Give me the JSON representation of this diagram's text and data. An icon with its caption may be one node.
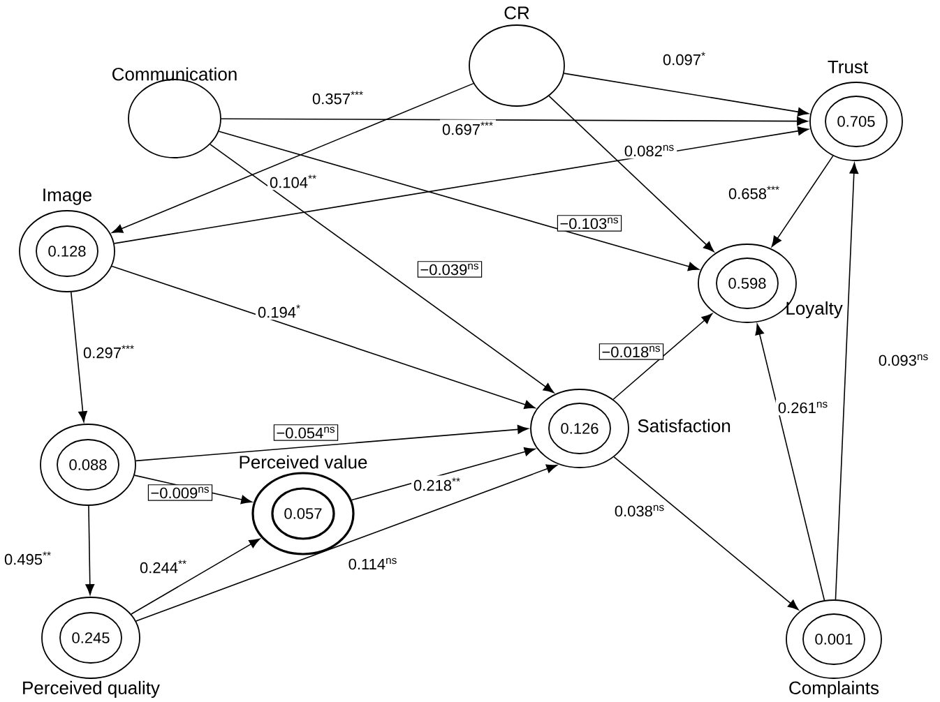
{
  "diagram": {
    "nodes": [
      {
        "text": [
          "Communication"
        ]
      },
      {
        "text": [
          "CR"
        ]
      },
      {
        "text": [
          "Trust"
        ]
      },
      {
        "text": [
          "0.705"
        ],
        "in": 2
      },
      {
        "text": [
          "Image"
        ]
      },
      {
        "text": [
          "0.128"
        ],
        "in": 4
      },
      {
        "text": [
          "Loyalty"
        ]
      },
      {
        "text": [
          "0.598"
        ],
        "in": 6
      },
      {
        "text": [],
        "shape": "circle"
      },
      {
        "text": [
          "0.088"
        ],
        "in": 8
      },
      {
        "text": [
          "Satisfaction"
        ]
      },
      {
        "text": [
          "0.126"
        ],
        "in": 10
      },
      {
        "text": [
          "Perceived value"
        ]
      },
      {
        "text": [
          "0.057"
        ],
        "in": 12
      },
      {
        "text": [
          "Perceived quality"
        ]
      },
      {
        "text": [
          "0.245"
        ],
        "in": 14
      },
      {
        "text": [
          "Complaints"
        ]
      },
      {
        "text": [
          "0.001"
        ],
        "in": 16
      }
    ],
    "edges": [
      {
        "from": 1,
        "to": 4,
        "arrow": "to",
        "label": "0.357$^{***}$"
      },
      {
        "from": 1,
        "to": 2,
        "arrow": "to",
        "label": "0.097$^{*}$"
      },
      {
        "from": 0,
        "to": 2,
        "arrow": "to",
        "label": "0.697$^{***}$"
      },
      {
        "from": 1,
        "to": 6,
        "arrow": "to",
        "label": "0.082$^{ns}$"
      },
      {
        "from": 4,
        "to": 2,
        "arrow": "to",
        "label": "0.104$^{**}$"
      },
      {
        "from": 0,
        "to": 6,
        "arrow": "to",
        "label": "−0.103$^{ns}$"
      },
      {
        "from": 0,
        "to": 10,
        "arrow": "to",
        "label": "−0.039$^{ns}$"
      },
      {
        "from": 2,
        "to": 6,
        "arrow": "to",
        "label": "0.658$^{***}$"
      },
      {
        "from": 4,
        "to": 10,
        "arrow": "to",
        "label": "0.194$^{*}$"
      },
      {
        "from": 4,
        "to": 8,
        "arrow": "to",
        "label": "0.297$^{***}$"
      },
      {
        "from": 10,
        "to": 6,
        "arrow": "to",
        "label": "−0.018$^{ns}$"
      },
      {
        "from": 8,
        "to": 10,
        "arrow": "to",
        "label": "−0.054$^{ns}$"
      },
      {
        "from": 8,
        "to": 12,
        "arrow": "to",
        "label": "−0.009$^{ns}$"
      },
      {
        "from": 12,
        "to": 10,
        "arrow": "to",
        "label": "0.218$^{**}$"
      },
      {
        "from": 8,
        "to": 14,
        "arrow": "to",
        "label": "0.495$^{**}$"
      },
      {
        "from": 14,
        "to": 12,
        "arrow": "to",
        "label": "0.244$^{**}$"
      },
      {
        "from": 14,
        "to": 10,
        "arrow": "to",
        "label": "0.114$^{ns}$"
      },
      {
        "from": 10,
        "to": 16,
        "arrow": "to",
        "label": "0.038$^{ns}$"
      },
      {
        "from": 16,
        "to": 6,
        "arrow": "to",
        "label": "0.261$^{ns}$"
      },
      {
        "from": 16,
        "to": 2,
        "arrow": "to",
        "label": "0.093$^{ns}$"
      }
    ]
  }
}
